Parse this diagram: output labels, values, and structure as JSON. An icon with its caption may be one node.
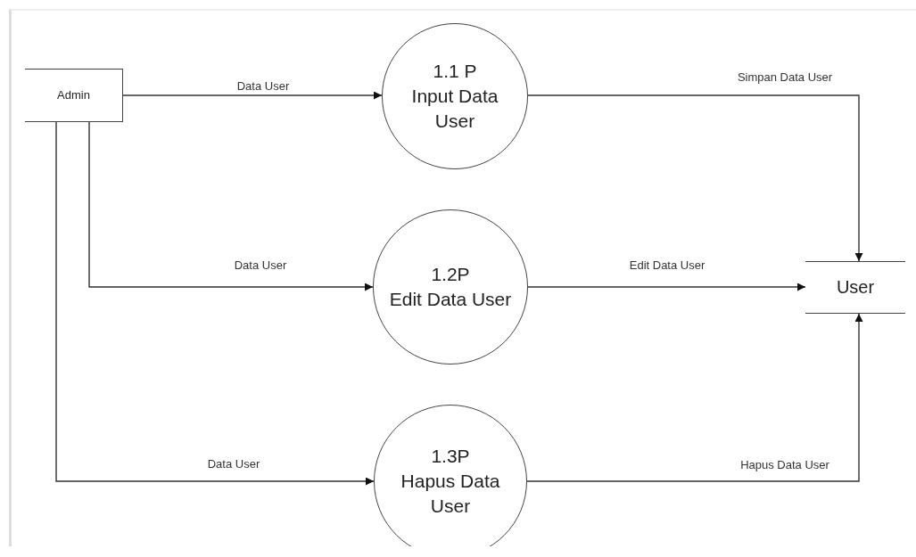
{
  "diagram": {
    "nodes": [
      {
        "text": [
          "Admin"
        ]
      },
      {
        "text": [
          "1.1 P",
          "Input Data User"
        ]
      },
      {
        "text": [
          "1.2P",
          "Edit Data User"
        ]
      },
      {
        "text": [
          "1.3P",
          "Hapus Data User"
        ]
      },
      {
        "text": [
          "User"
        ]
      }
    ],
    "edges": [
      {
        "from": 0,
        "to": 1,
        "arrow": "to",
        "label": "Data User"
      },
      {
        "from": 0,
        "to": 2,
        "arrow": "to",
        "label": "Data User"
      },
      {
        "from": 0,
        "to": 3,
        "arrow": "to",
        "label": "Data User"
      },
      {
        "from": 1,
        "to": 4,
        "arrow": "to",
        "label": "Simpan Data User"
      },
      {
        "from": 2,
        "to": 4,
        "arrow": "to",
        "label": "Edit Data User"
      },
      {
        "from": 3,
        "to": 4,
        "arrow": "to",
        "label": "Hapus Data User"
      }
    ]
  }
}
